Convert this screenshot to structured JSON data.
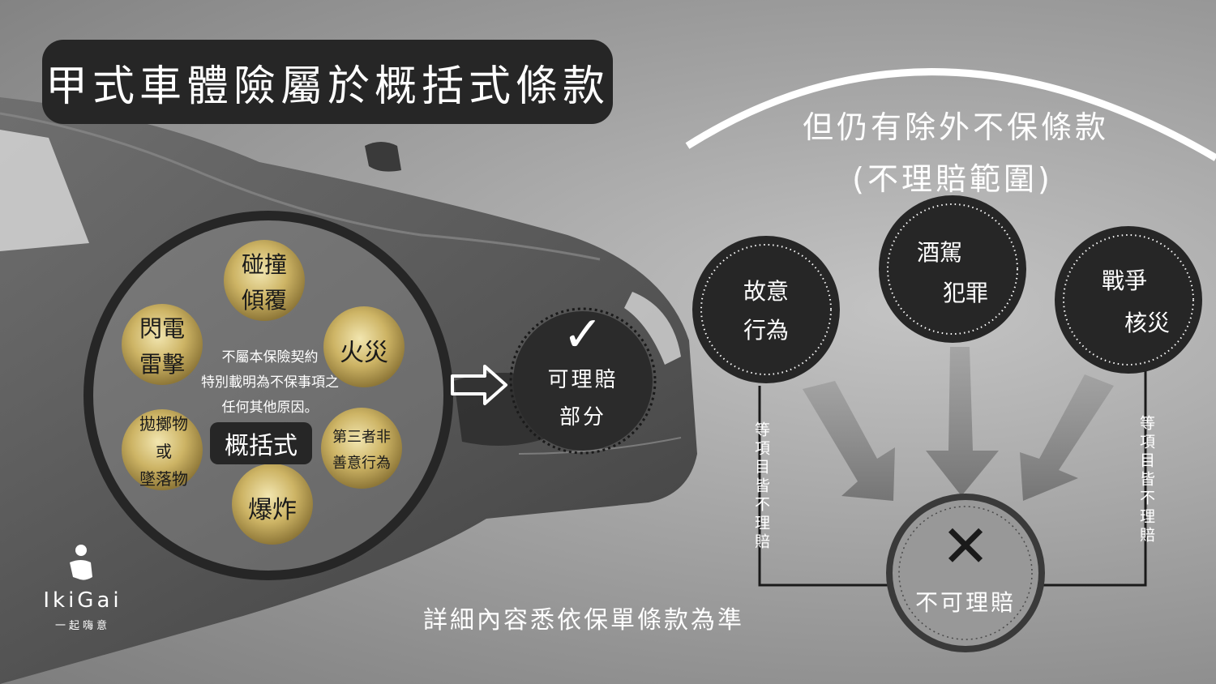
{
  "title": "甲式車體險屬於概括式條款",
  "exclusion_header": {
    "line1": "但仍有除外不保條款",
    "line2": "(不理賠範圍)"
  },
  "covered_items": [
    {
      "line1": "碰撞",
      "line2": "傾覆"
    },
    {
      "line1": "閃電",
      "line2": "雷擊"
    },
    {
      "line1": "火災",
      "line2": ""
    },
    {
      "line1": "拋擲物",
      "line2": "或",
      "line3": "墜落物"
    },
    {
      "line1": "第三者非",
      "line2": "善意行為"
    },
    {
      "line1": "爆炸",
      "line2": ""
    }
  ],
  "center_note": {
    "line1": "不屬本保險契約",
    "line2": "特別載明為不保事項之",
    "line3": "任何其他原因。"
  },
  "general_label": "概括式",
  "claimable": {
    "check_symbol": "✓",
    "line1": "可理賠",
    "line2": "部分"
  },
  "exclusions": [
    {
      "line1": "故意",
      "line2": "行為"
    },
    {
      "line1": "酒駕",
      "line2": "犯罪"
    },
    {
      "line1": "戰爭",
      "line2": "核災"
    }
  ],
  "side_note_left": "等項目皆不理賠",
  "side_note_right": "等項目皆不理賠",
  "not_claimable": {
    "cross_symbol": "✕",
    "label": "不可理賠"
  },
  "footer": "詳細內容悉依保單條款為準",
  "brand": {
    "name": "IkiGai",
    "subtitle": "一起嗨意"
  },
  "colors": {
    "dark": "#262626",
    "gold_light": "#f2e6b0",
    "gold_dark": "#a88a38",
    "white": "#ffffff"
  }
}
